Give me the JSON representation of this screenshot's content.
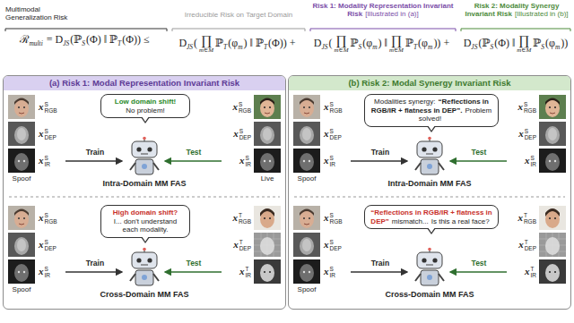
{
  "diagram": {
    "nodes": [
      {
        "text": [
          "(a) Risk 1: Modal Representation Invariant Risk"
        ]
      },
      {
        "text": [
          "Low domain shift!",
          "No problem!"
        ],
        "in": 0
      },
      {
        "text": [
          "High domain shift?",
          "I... don't understand each modality."
        ],
        "in": 0
      },
      {
        "text": [
          "(b) Risk 2: Modal Synergy Invariant Risk"
        ]
      },
      {
        "text": [
          "Modalities synergy:",
          "“Reflections in RGB/IR + flatness in DEP”.",
          "Problem solved!"
        ],
        "in": 3
      },
      {
        "text": [
          "“Reflections in RGB/IR + flatness in DEP”",
          "mismatch...",
          "Is this a real face?"
        ],
        "in": 3
      }
    ],
    "labels": [
      "Multimodal Generalization Risk",
      "Irreducible Risk on Target Domain",
      "Risk 1: Modality Representation Invariant Risk",
      "[Illustrated in (a)]",
      "Risk 2: Modality Synergy Invariant Risk",
      "[Illustrated in (b)]",
      "ℛ",
      "multi",
      "=",
      "D",
      "JS",
      "(ℙ",
      "S",
      "(Φ) ‖ ℙ",
      "T",
      "(Φ))",
      "≤",
      "D",
      "JS",
      "(",
      "∏",
      "m∈M",
      "ℙ",
      "T",
      "(φ",
      "m",
      ") ‖ ℙ",
      "T",
      "(Φ))",
      "+",
      "D",
      "JS",
      "(",
      "∏",
      "m∈M",
      "ℙ",
      "S",
      "(φ",
      "m",
      ") ‖",
      "∏",
      "m∈M",
      "ℙ",
      "T",
      "(φ",
      "m",
      "))",
      "+",
      "D",
      "JS",
      "(ℙ",
      "S",
      "(Φ) ‖",
      "∏",
      "m∈M",
      "ℙ",
      "S",
      "(φ",
      "m",
      "))",
      "x",
      "S",
      "RGB",
      "x",
      "S",
      "DEP",
      "x",
      "S",
      "IR",
      "Spoof",
      "Train",
      "Intra-Domain MM FAS",
      "Test",
      "x",
      "S",
      "RGB",
      "x",
      "S",
      "DEP",
      "x",
      "S",
      "IR",
      "Live",
      "x",
      "S",
      "RGB",
      "x",
      "S",
      "DEP",
      "x",
      "S",
      "IR",
      "Spoof",
      "Train",
      "Cross-Domain MM FAS",
      "Test",
      "x",
      "T",
      "RGB",
      "x",
      "T",
      "DEP",
      "x",
      "T",
      "IR",
      "x",
      "S",
      "RGB",
      "x",
      "S",
      "DEP",
      "x",
      "S",
      "IR",
      "Spoof",
      "Train",
      "Intra-Domain MM FAS",
      "Test",
      "x",
      "S",
      "RGB",
      "x",
      "S",
      "DEP",
      "x",
      "S",
      "IR",
      "x",
      "S",
      "RGB",
      "x",
      "S",
      "DEP",
      "x",
      "S",
      "IR",
      "Spoof",
      "Train",
      "Cross-Domain MM FAS",
      "Test",
      "x",
      "T",
      "RGB",
      "x",
      "T",
      "DEP",
      "x",
      "T",
      "IR"
    ]
  }
}
